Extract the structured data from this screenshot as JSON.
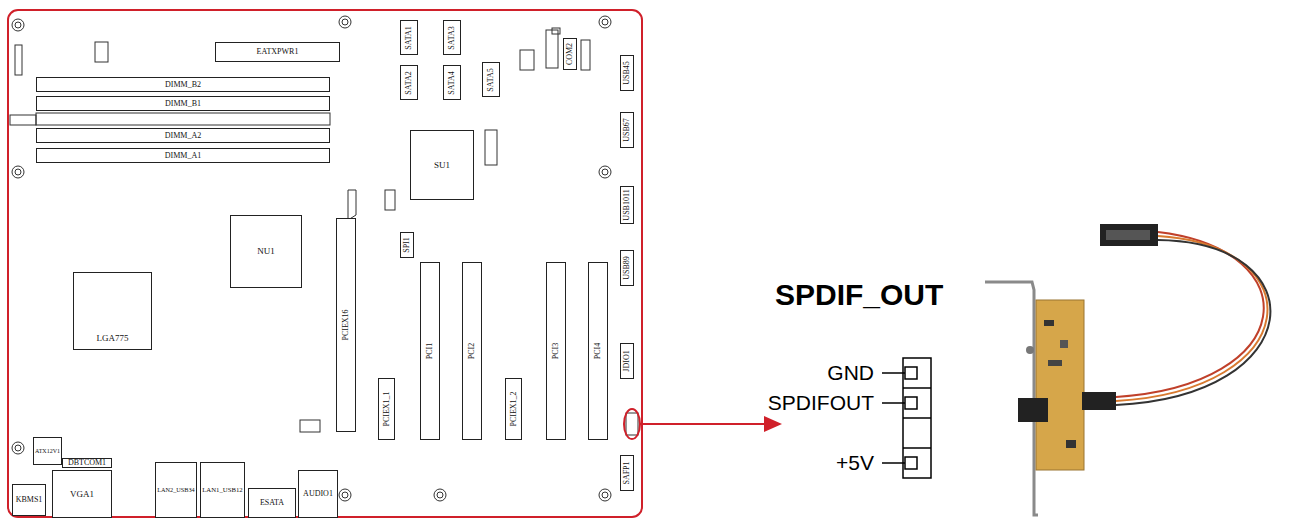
{
  "diagram": {
    "nodes": [
      {
        "text": [
          "EATXPWR1"
        ]
      },
      {
        "text": [
          "SATA1"
        ]
      },
      {
        "text": [
          "SATA3"
        ]
      },
      {
        "text": [
          "COM2"
        ]
      },
      {
        "text": [
          "DIMM_B2"
        ]
      },
      {
        "text": [
          "DIMM_B1"
        ]
      },
      {
        "text": [
          "SATA2"
        ]
      },
      {
        "text": [
          "SATA4"
        ]
      },
      {
        "text": [
          "SATA5"
        ]
      },
      {
        "text": [
          "USB45"
        ]
      },
      {
        "text": [
          "DIMM_A2"
        ]
      },
      {
        "text": [
          "DIMM_A1"
        ]
      },
      {
        "text": [
          "SU1"
        ]
      },
      {
        "text": [
          "USB67"
        ]
      },
      {
        "text": [
          "USB1011"
        ]
      },
      {
        "text": [
          "NU1"
        ]
      },
      {
        "text": [
          "PCIEX16"
        ]
      },
      {
        "text": [
          "SPI1"
        ]
      },
      {
        "text": [
          "USB89"
        ]
      },
      {
        "text": [
          "LGA775"
        ]
      },
      {
        "text": [
          "PCI1"
        ]
      },
      {
        "text": [
          "PCI2"
        ]
      },
      {
        "text": [
          "PCI3"
        ]
      },
      {
        "text": [
          "PCI4"
        ]
      },
      {
        "text": [
          "JDIO1"
        ]
      },
      {
        "text": [
          "PCIEX1_1"
        ]
      },
      {
        "text": [
          "PCIEX1_2"
        ]
      },
      {
        "text": [
          "SAFP1"
        ]
      },
      {
        "text": [
          "ATX12V1"
        ]
      },
      {
        "text": [
          "DBTCOM1"
        ]
      },
      {
        "text": [
          "KBMS1"
        ]
      },
      {
        "text": [
          "VGA1"
        ]
      },
      {
        "text": [
          "LAN2_USB34"
        ]
      },
      {
        "text": [
          "LAN1_USB12"
        ]
      },
      {
        "text": [
          "ESATA"
        ]
      },
      {
        "text": [
          "AUDIO1"
        ]
      }
    ],
    "labels": [
      "SPDIF_OUT",
      "GND",
      "SPDIFOUT",
      "+5V"
    ]
  }
}
